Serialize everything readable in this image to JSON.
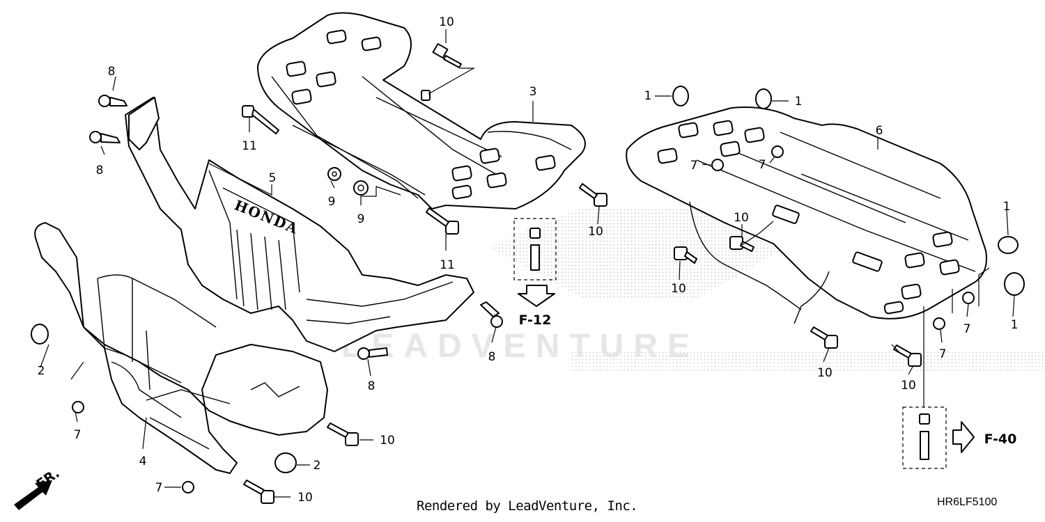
{
  "diagram": {
    "callouts": [
      {
        "id": "c-8a",
        "text": "8"
      },
      {
        "id": "c-8b",
        "text": "8"
      },
      {
        "id": "c-8c",
        "text": "8"
      },
      {
        "id": "c-8d",
        "text": "8"
      },
      {
        "id": "c-10a",
        "text": "10"
      },
      {
        "id": "c-10b",
        "text": "10"
      },
      {
        "id": "c-10c",
        "text": "10"
      },
      {
        "id": "c-10d",
        "text": "10"
      },
      {
        "id": "c-10e",
        "text": "10"
      },
      {
        "id": "c-10f",
        "text": "10"
      },
      {
        "id": "c-10g",
        "text": "10"
      },
      {
        "id": "c-10h",
        "text": "10"
      },
      {
        "id": "c-11a",
        "text": "11"
      },
      {
        "id": "c-11b",
        "text": "11"
      },
      {
        "id": "c-3",
        "text": "3"
      },
      {
        "id": "c-5",
        "text": "5"
      },
      {
        "id": "c-9a",
        "text": "9"
      },
      {
        "id": "c-9b",
        "text": "9"
      },
      {
        "id": "c-4",
        "text": "4"
      },
      {
        "id": "c-2a",
        "text": "2"
      },
      {
        "id": "c-2b",
        "text": "2"
      },
      {
        "id": "c-7a",
        "text": "7"
      },
      {
        "id": "c-7b",
        "text": "7"
      },
      {
        "id": "c-7c",
        "text": "7"
      },
      {
        "id": "c-7d",
        "text": "7"
      },
      {
        "id": "c-7e",
        "text": "7"
      },
      {
        "id": "c-7f",
        "text": "7"
      },
      {
        "id": "c-1a",
        "text": "1"
      },
      {
        "id": "c-1b",
        "text": "1"
      },
      {
        "id": "c-1c",
        "text": "1"
      },
      {
        "id": "c-1d",
        "text": "1"
      },
      {
        "id": "c-6",
        "text": "6"
      }
    ],
    "references": {
      "front": "F-12",
      "rear": "F-40"
    },
    "direction_label": "FR.",
    "brand_embossed": "HONDA",
    "watermark": "LEADVENTURE"
  },
  "footer": {
    "rendered_by": "Rendered by LeadVenture, Inc.",
    "diagram_code": "HR6LF5100"
  }
}
